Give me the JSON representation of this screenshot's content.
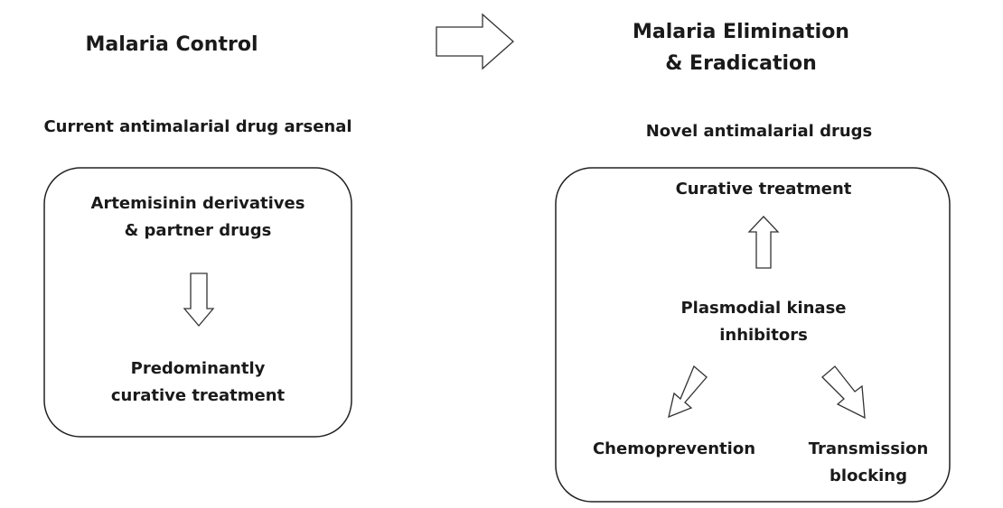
{
  "left": {
    "title": "Malaria Control",
    "subtitle": "Current antimalarial drug arsenal",
    "box": {
      "top_line1": "Artemisinin derivatives",
      "top_line2": "& partner drugs",
      "bottom_line1": "Predominantly",
      "bottom_line2": "curative treatment"
    }
  },
  "right": {
    "title_line1": "Malaria Elimination",
    "title_line2": "& Eradication",
    "subtitle": "Novel antimalarial drugs",
    "box": {
      "top": "Curative treatment",
      "center_line1": "Plasmodial kinase",
      "center_line2": "inhibitors",
      "bottom_left": "Chemoprevention",
      "bottom_right_line1": "Transmission",
      "bottom_right_line2": "blocking"
    }
  }
}
